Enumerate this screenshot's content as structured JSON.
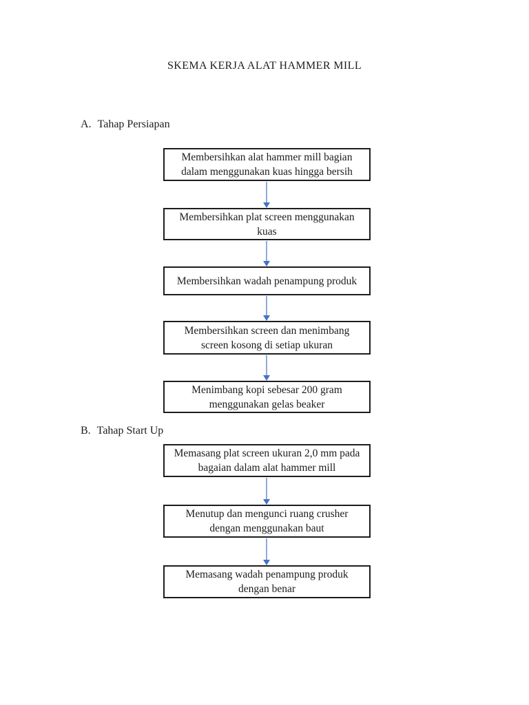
{
  "page": {
    "title": "SKEMA KERJA ALAT HAMMER MILL"
  },
  "colors": {
    "arrow_line": "#8FAADC",
    "arrow_head": "#4472C4",
    "box_border": "#1C1C1C"
  },
  "flowchart": {
    "sections": [
      {
        "letter": "A.",
        "label": "Tahap Persiapan",
        "steps": [
          {
            "lines": [
              "Membersihkan alat hammer mill bagian",
              "dalam menggunakan kuas hingga bersih"
            ]
          },
          {
            "lines": [
              "Membersihkan plat screen menggunakan",
              "kuas"
            ]
          },
          {
            "lines": [
              "Membersihkan wadah penampung produk"
            ]
          },
          {
            "lines": [
              "Membersihkan screen dan menimbang",
              "screen kosong di setiap ukuran"
            ]
          },
          {
            "lines": [
              "Menimbang kopi sebesar 200 gram",
              "menggunakan gelas beaker"
            ]
          }
        ]
      },
      {
        "letter": "B.",
        "label": "Tahap Start Up",
        "steps": [
          {
            "lines": [
              "Memasang plat screen ukuran 2,0 mm pada",
              "bagaian dalam alat hammer mill"
            ]
          },
          {
            "lines": [
              "Menutup dan mengunci ruang crusher",
              "dengan menggunakan baut"
            ]
          },
          {
            "lines": [
              "Memasang wadah penampung produk",
              "dengan benar"
            ]
          }
        ]
      }
    ]
  }
}
